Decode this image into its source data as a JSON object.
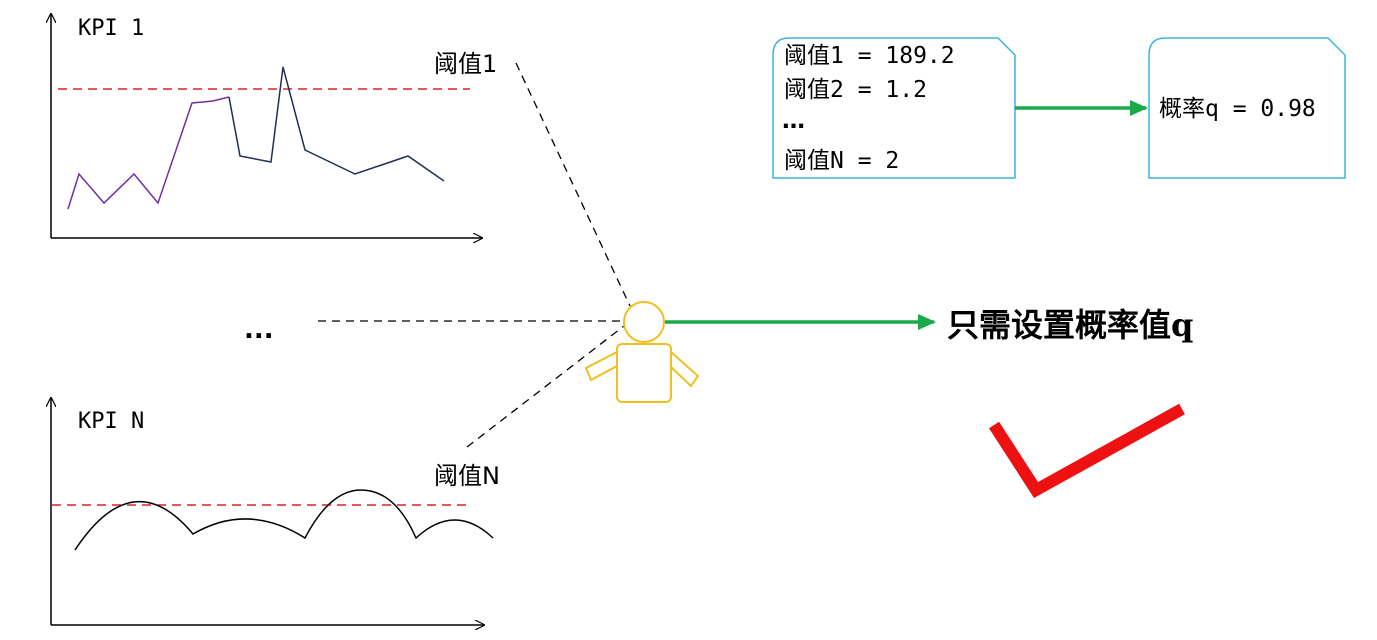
{
  "kpi_top": {
    "label": "KPI 1",
    "threshold_label": "阈值1",
    "threshold_color": "#e02020",
    "line_colors": [
      "#7030a0",
      "#1f2d5a"
    ]
  },
  "ellipsis": "...",
  "kpi_bottom": {
    "label": "KPI N",
    "threshold_label": "阈值N",
    "threshold_color": "#e02020"
  },
  "thresholds_box": {
    "lines": [
      "阈值1 = 189.2",
      "阈值2 = 1.2",
      "…",
      "阈值N = 2"
    ],
    "border_color": "#3bb4e0"
  },
  "probability_box": {
    "text": "概率q = 0.98",
    "border_color": "#3bb4e0"
  },
  "person_icon": "person-icon",
  "person_color": "#f0c020",
  "arrow_color": "#1aaa4a",
  "conclusion": "只需设置概率值q",
  "check_icon": "checkmark-icon",
  "check_color": "#ee1111"
}
